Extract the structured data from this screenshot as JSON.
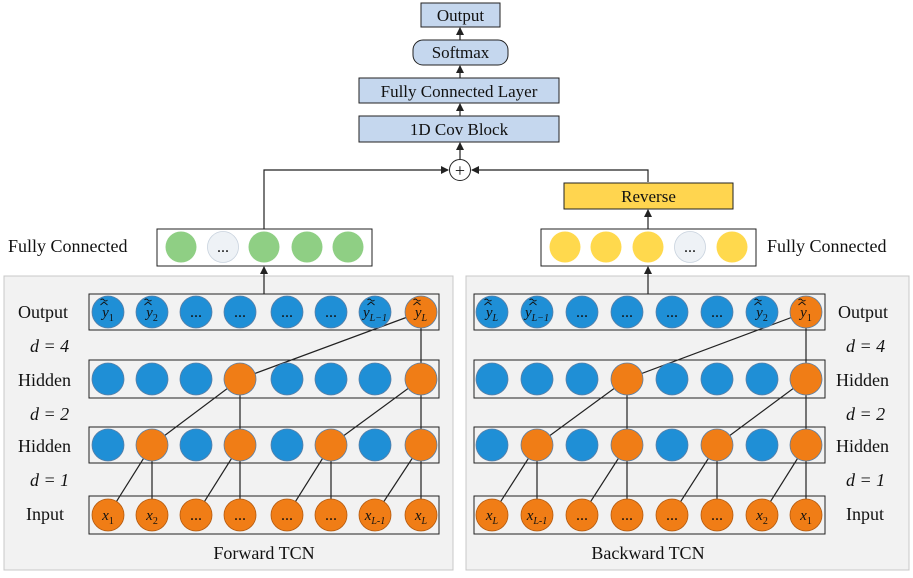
{
  "top_stack": {
    "output": "Output",
    "softmax": "Softmax",
    "fc_layer": "Fully Connected Layer",
    "cov_block": "1D Cov Block",
    "plus": "+"
  },
  "reverse_label": "Reverse",
  "fully_connected_left": "Fully Connected",
  "fully_connected_right": "Fully Connected",
  "ellipsis": "...",
  "forward": {
    "title": "Forward TCN",
    "row_labels": {
      "output": "Output",
      "hidden_top": "Hidden",
      "hidden_bottom": "Hidden",
      "input": "Input"
    },
    "dilations": {
      "d4": "d = 4",
      "d2": "d = 2",
      "d1": "d = 1"
    },
    "output_nodes": [
      {
        "base": "y",
        "sub": "1",
        "color": "blue"
      },
      {
        "base": "y",
        "sub": "2",
        "color": "blue"
      },
      {
        "base": "...",
        "sub": "",
        "color": "blue"
      },
      {
        "base": "...",
        "sub": "",
        "color": "blue"
      },
      {
        "base": "...",
        "sub": "",
        "color": "blue"
      },
      {
        "base": "...",
        "sub": "",
        "color": "blue"
      },
      {
        "base": "y",
        "sub": "L−1",
        "color": "blue"
      },
      {
        "base": "y",
        "sub": "L",
        "color": "orange"
      }
    ],
    "hidden_top_colors": [
      "blue",
      "blue",
      "blue",
      "orange",
      "blue",
      "blue",
      "blue",
      "orange"
    ],
    "hidden_bottom_colors": [
      "blue",
      "orange",
      "blue",
      "orange",
      "blue",
      "orange",
      "blue",
      "orange"
    ],
    "input_nodes": [
      {
        "base": "x",
        "sub": "1"
      },
      {
        "base": "x",
        "sub": "2"
      },
      {
        "base": "...",
        "sub": ""
      },
      {
        "base": "...",
        "sub": ""
      },
      {
        "base": "...",
        "sub": ""
      },
      {
        "base": "...",
        "sub": ""
      },
      {
        "base": "x",
        "sub": "L-1"
      },
      {
        "base": "x",
        "sub": "L"
      }
    ],
    "fc_nodes": [
      "green",
      "light",
      "green",
      "green",
      "green"
    ]
  },
  "backward": {
    "title": "Backward TCN",
    "row_labels": {
      "output": "Output",
      "hidden_top": "Hidden",
      "hidden_bottom": "Hidden",
      "input": "Input"
    },
    "dilations": {
      "d4": "d = 4",
      "d2": "d = 2",
      "d1": "d = 1"
    },
    "output_nodes": [
      {
        "base": "y",
        "sub": "L",
        "color": "blue"
      },
      {
        "base": "y",
        "sub": "L−1",
        "color": "blue"
      },
      {
        "base": "...",
        "sub": "",
        "color": "blue"
      },
      {
        "base": "...",
        "sub": "",
        "color": "blue"
      },
      {
        "base": "...",
        "sub": "",
        "color": "blue"
      },
      {
        "base": "...",
        "sub": "",
        "color": "blue"
      },
      {
        "base": "y",
        "sub": "2",
        "color": "blue"
      },
      {
        "base": "y",
        "sub": "1",
        "color": "orange"
      }
    ],
    "hidden_top_colors": [
      "blue",
      "blue",
      "blue",
      "orange",
      "blue",
      "blue",
      "blue",
      "orange"
    ],
    "hidden_bottom_colors": [
      "blue",
      "orange",
      "blue",
      "orange",
      "blue",
      "orange",
      "blue",
      "orange"
    ],
    "input_nodes": [
      {
        "base": "x",
        "sub": "L"
      },
      {
        "base": "x",
        "sub": "L-1"
      },
      {
        "base": "...",
        "sub": ""
      },
      {
        "base": "...",
        "sub": ""
      },
      {
        "base": "...",
        "sub": ""
      },
      {
        "base": "...",
        "sub": ""
      },
      {
        "base": "x",
        "sub": "2"
      },
      {
        "base": "x",
        "sub": "1"
      }
    ],
    "fc_nodes": [
      "yellow",
      "yellow",
      "yellow",
      "light",
      "yellow"
    ]
  },
  "colors": {
    "blue": "#1f8fd6",
    "orange": "#f07d16",
    "green": "#8fcf84",
    "yellow": "#ffd94d",
    "light": "#eef2f6",
    "box_fill": "#c5d7ee",
    "reverse_fill": "#ffd54f",
    "panel_fill": "#f2f2f2",
    "stroke": "#222222"
  }
}
